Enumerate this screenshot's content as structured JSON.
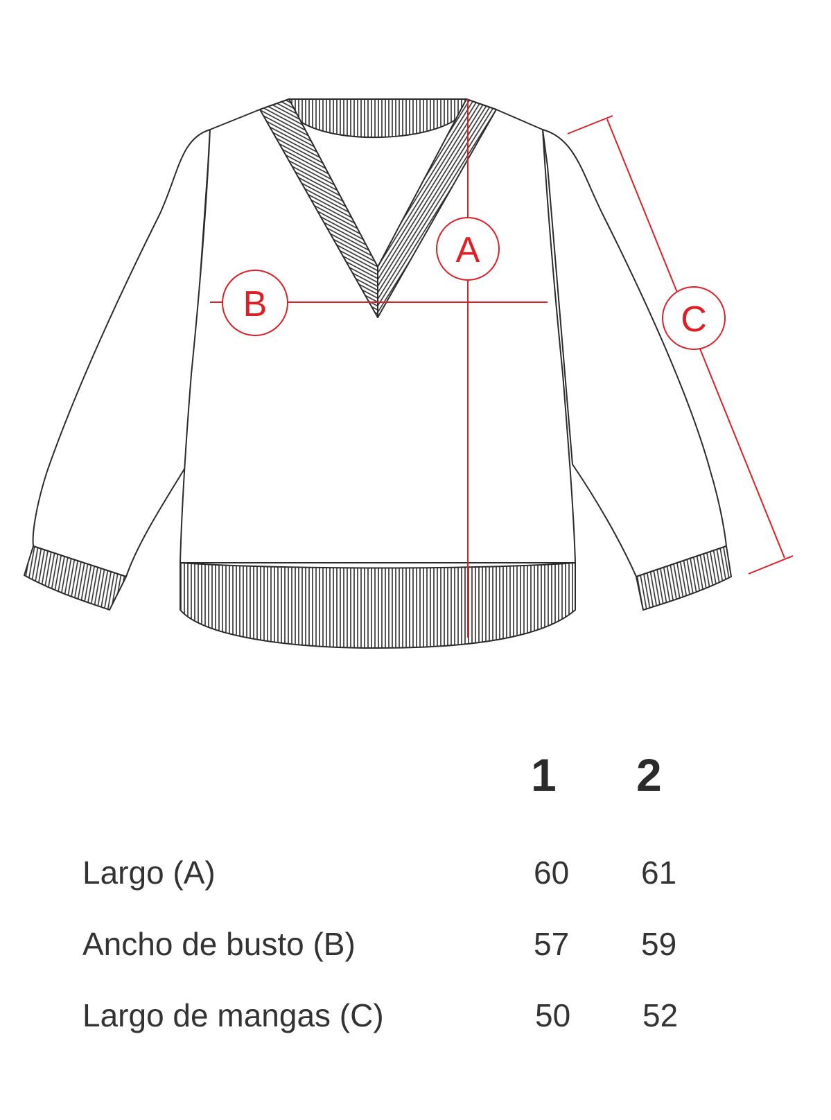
{
  "diagram": {
    "callouts": [
      {
        "id": "A",
        "label": "A"
      },
      {
        "id": "B",
        "label": "B"
      },
      {
        "id": "C",
        "label": "C"
      }
    ],
    "line_color": "#2b2b2b",
    "measure_color": "#e01e25"
  },
  "table": {
    "sizes": [
      "1",
      "2"
    ],
    "rows": [
      {
        "label": "Largo (A)",
        "values": [
          "60",
          "61"
        ]
      },
      {
        "label": "Ancho de busto (B)",
        "values": [
          "57",
          "59"
        ]
      },
      {
        "label": "Largo de mangas (C)",
        "values": [
          "50",
          "52"
        ]
      }
    ]
  }
}
